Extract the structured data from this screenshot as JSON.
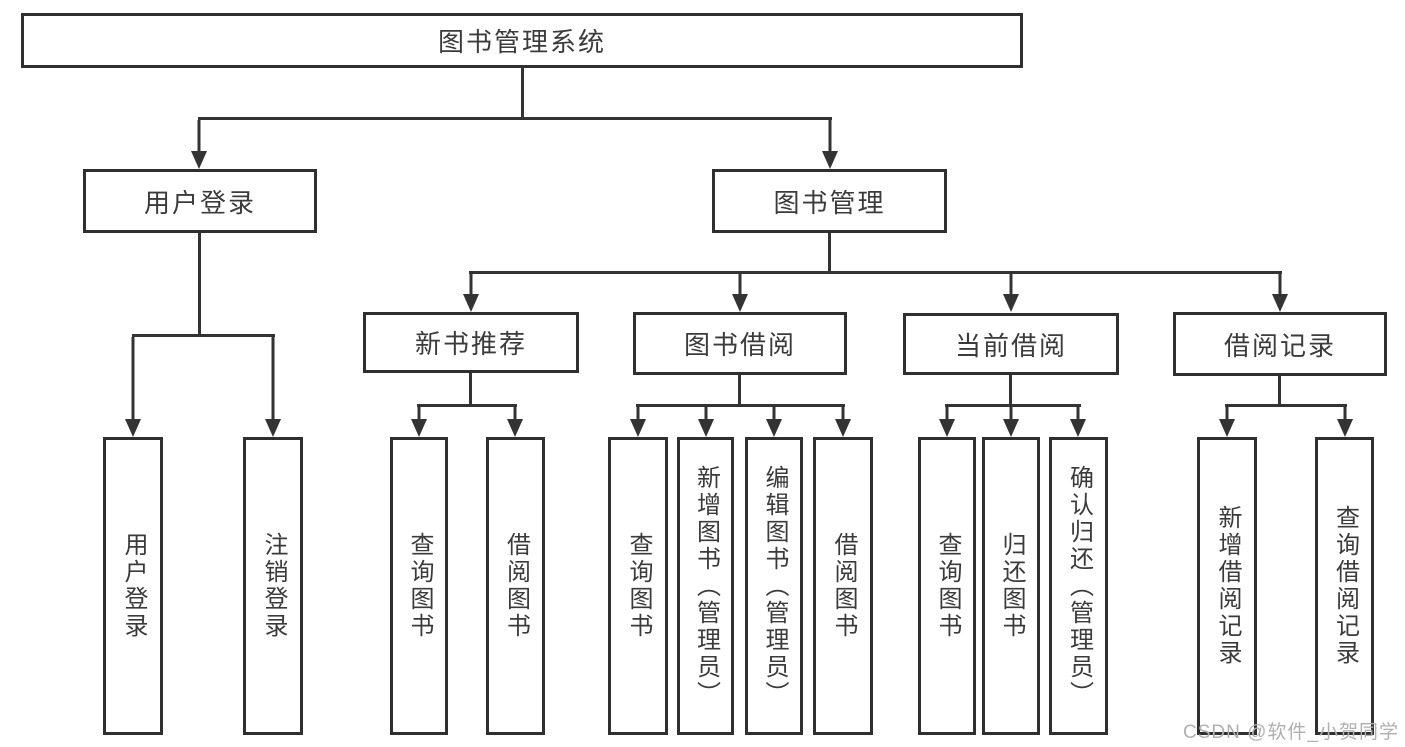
{
  "diagram": {
    "root": "图书管理系统",
    "user_login": {
      "label": "用户登录",
      "children": [
        "用户登录",
        "注销登录"
      ]
    },
    "book_management": {
      "label": "图书管理",
      "new_books": {
        "label": "新书推荐",
        "children": [
          "查询图书",
          "借阅图书"
        ]
      },
      "book_borrowing": {
        "label": "图书借阅",
        "children": [
          "查询图书",
          "新增图书（管理员）",
          "编辑图书（管理员）",
          "借阅图书"
        ]
      },
      "current_borrowing": {
        "label": "当前借阅",
        "children": [
          "查询图书",
          "归还图书",
          "确认归还（管理员）"
        ]
      },
      "borrowing_records": {
        "label": "借阅记录",
        "children": [
          "新增借阅记录",
          "查询借阅记录"
        ]
      }
    },
    "colors": {
      "line": "#333333",
      "border": "#2f2f2f",
      "text": "#3b3b3b",
      "watermark_text": "#b0b0b0"
    },
    "watermark": "CSDN @软件_小贺同学"
  }
}
